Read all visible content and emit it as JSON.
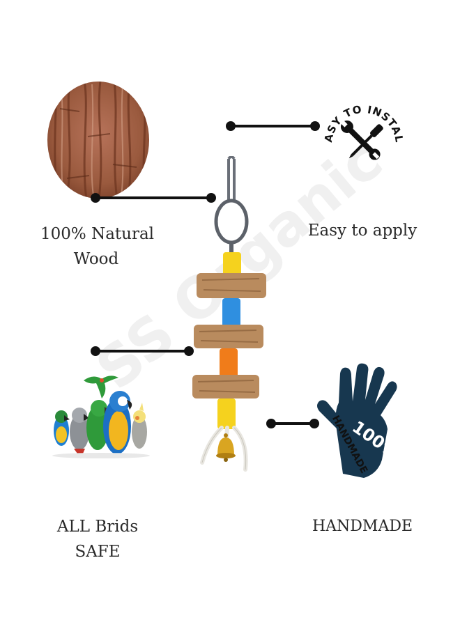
{
  "features": {
    "natural_wood": {
      "line1": "100% Natural",
      "line2": "Wood"
    },
    "easy_to_apply": {
      "label": "Easy to apply",
      "badge_text": "EASY TO INSTALL"
    },
    "birds_safe": {
      "line1": "ALL Brids",
      "line2": "SAFE"
    },
    "handmade": {
      "label": "HANDMADE",
      "badge_top": "100%",
      "badge_text": "HANDMADE"
    }
  },
  "watermark": "SS Organic",
  "colors": {
    "connector": "#111111",
    "bark": "#9a5a3a",
    "wood_block": "#b98b5e",
    "bead_yellow": "#f5d21e",
    "bead_blue": "#2f8fe0",
    "bead_orange": "#f07c1a",
    "glove": "#17374f"
  },
  "icons": [
    "bark-texture-icon",
    "wrench-screwdriver-icon",
    "parrot-group-icon",
    "glove-icon",
    "bird-toy-icon"
  ]
}
